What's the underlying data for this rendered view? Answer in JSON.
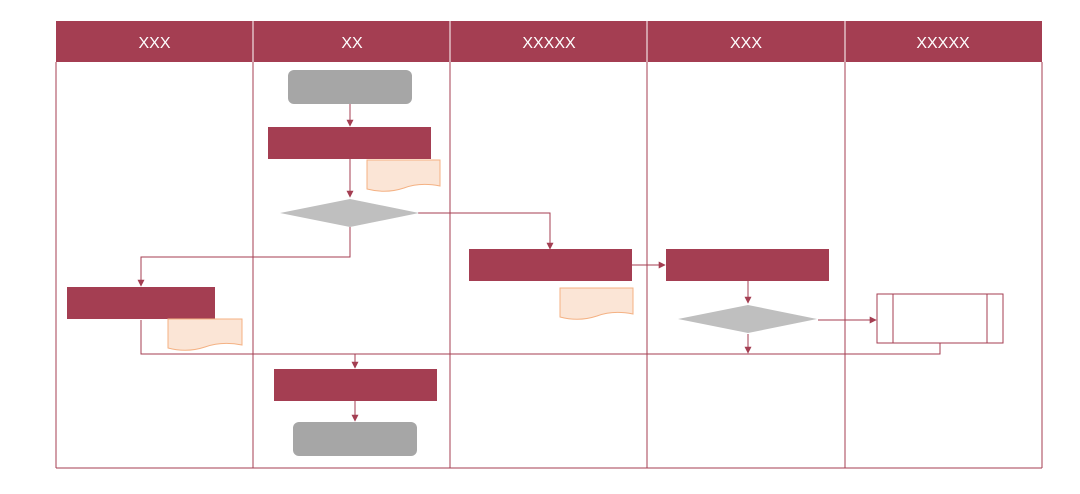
{
  "diagram": {
    "lanes": [
      {
        "id": "lane-1",
        "title": "XXX"
      },
      {
        "id": "lane-2",
        "title": "XX"
      },
      {
        "id": "lane-3",
        "title": "XXXXX"
      },
      {
        "id": "lane-4",
        "title": "XXX"
      },
      {
        "id": "lane-5",
        "title": "XXXXX"
      }
    ],
    "colors": {
      "header": "#A43E52",
      "process": "#A43E52",
      "terminator": "#A6A6A6",
      "decision": "#BFBFBF",
      "document_fill": "#FBE5D6",
      "document_stroke": "#F4B183",
      "connector": "#A43E52",
      "border": "#A43E52"
    }
  }
}
